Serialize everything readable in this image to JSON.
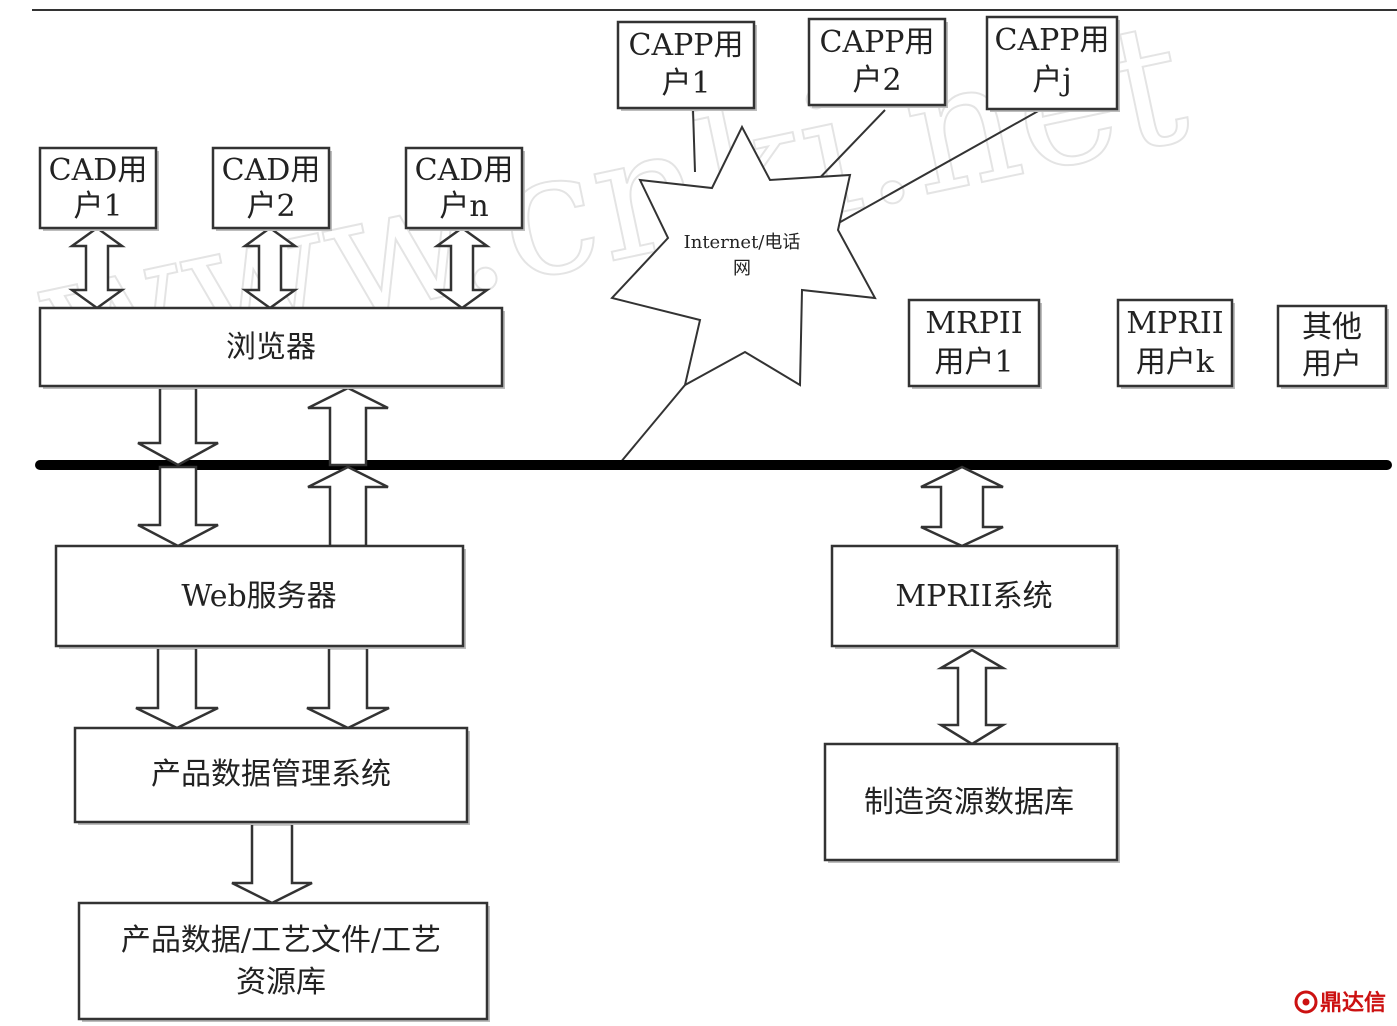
{
  "watermark": "www.cnki.net",
  "nodes": {
    "cad_user_1": [
      "CAD用",
      "户1"
    ],
    "cad_user_2": [
      "CAD用",
      "户2"
    ],
    "cad_user_n": [
      "CAD用",
      "户n"
    ],
    "capp_user_1": [
      "CAPP用",
      "户1"
    ],
    "capp_user_2": [
      "CAPP用",
      "户2"
    ],
    "capp_user_j": [
      "CAPP用",
      "户j"
    ],
    "browser": [
      "浏览器"
    ],
    "internet": [
      "Internet/电话",
      "网"
    ],
    "mrp_user_1": [
      "MRPII",
      "用户1"
    ],
    "mpr_user_k": [
      "MPRII",
      "用户k"
    ],
    "other_users": [
      "其他",
      "用户"
    ],
    "web_server": [
      "Web服务器"
    ],
    "mprii_system": [
      "MPRII系统"
    ],
    "pdm_system": [
      "产品数据管理系统"
    ],
    "product_db": [
      "产品数据/工艺文件/工艺",
      "资源库"
    ],
    "manufacturing_db": [
      "制造资源数据库"
    ]
  },
  "brand": {
    "label": "鼎达信",
    "color": "#cc1111"
  }
}
